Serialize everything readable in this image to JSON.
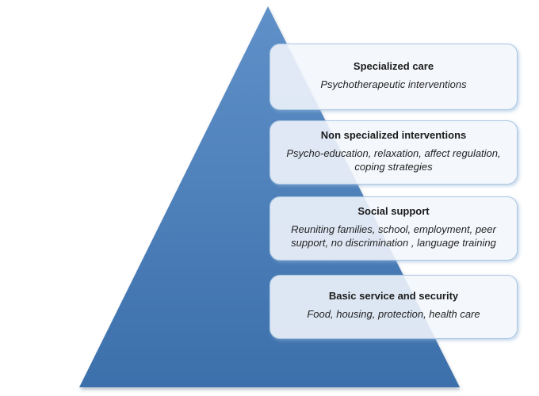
{
  "diagram": {
    "type": "pyramid",
    "levels": [
      {
        "id": "specialized-care",
        "title": "Specialized care",
        "description": "Psychotherapeutic interventions"
      },
      {
        "id": "non-specialized-interventions",
        "title": "Non specialized interventions",
        "description": "Psycho-education, relaxation, affect regulation, coping strategies"
      },
      {
        "id": "social-support",
        "title": "Social support",
        "description": "Reuniting families, school, employment, peer support, no discrimination , language training"
      },
      {
        "id": "basic-service-and-security",
        "title": "Basic service and security",
        "description": "Food, housing, protection, health care"
      }
    ],
    "colors": {
      "pyramid_top": "#6090c8",
      "pyramid_bottom": "#3c70ab",
      "level_border": "#a9c6e3",
      "level_fill_rgba": "rgba(243,246,252,0.88)"
    }
  }
}
